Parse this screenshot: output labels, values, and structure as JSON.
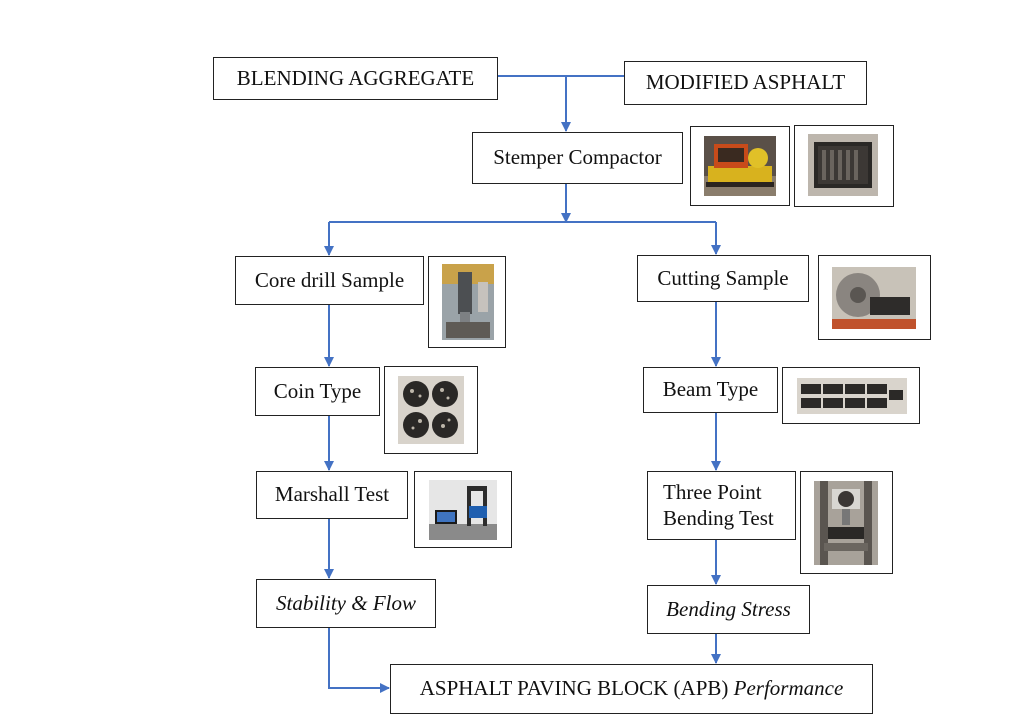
{
  "nodes": {
    "blending_aggregate": "BLENDING AGGREGATE",
    "modified_asphalt": "MODIFIED ASPHALT",
    "stemper_compactor": "Stemper Compactor",
    "core_drill_sample": "Core drill Sample",
    "cutting_sample": "Cutting Sample",
    "coin_type": "Coin Type",
    "beam_type": "Beam Type",
    "marshall_test": "Marshall Test",
    "three_point_line1": "Three Point",
    "three_point_line2": "Bending Test",
    "stability_flow": "Stability & Flow",
    "bending_stress": "Bending Stress",
    "apb_main": "ASPHALT PAVING BLOCK (APB) ",
    "apb_italic": "Performance"
  },
  "colors": {
    "arrow": "#4472C4",
    "border": "#222222"
  },
  "photos": [
    "compactor-machine-photo",
    "compacted-slab-mold-photo",
    "core-drill-photo",
    "cutting-saw-photo",
    "coin-specimens-photo",
    "beam-specimens-photo",
    "marshall-apparatus-photo",
    "bending-test-apparatus-photo"
  ]
}
